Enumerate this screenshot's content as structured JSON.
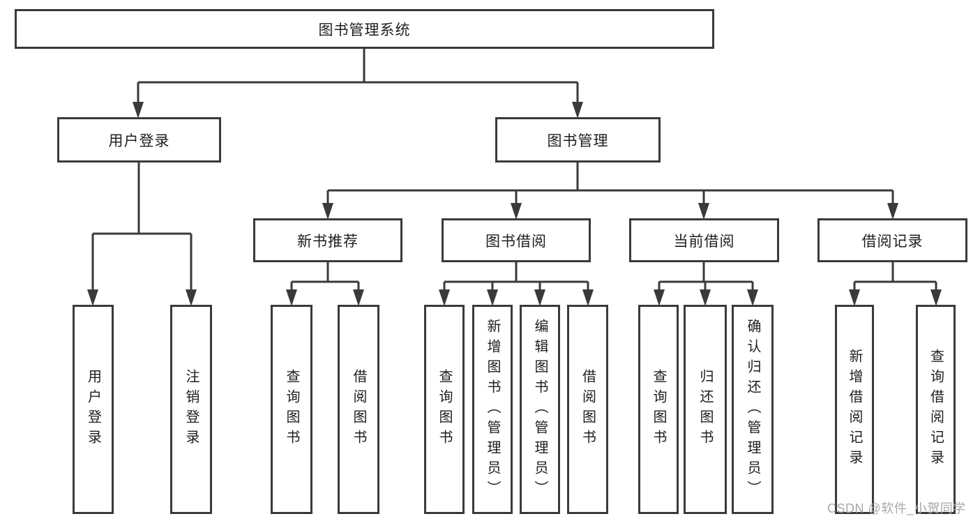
{
  "diagram": {
    "root": "图书管理系统",
    "branches": [
      {
        "label": "用户登录",
        "children": [
          "用户登录",
          "注销登录"
        ]
      },
      {
        "label": "图书管理",
        "sections": [
          {
            "label": "新书推荐",
            "children": [
              "查询图书",
              "借阅图书"
            ]
          },
          {
            "label": "图书借阅",
            "children": [
              "查询图书",
              "新增图书（管理员）",
              "编辑图书（管理员）",
              "借阅图书"
            ]
          },
          {
            "label": "当前借阅",
            "children": [
              "查询图书",
              "归还图书",
              "确认归还（管理员）"
            ]
          },
          {
            "label": "借阅记录",
            "children": [
              "新增借阅记录",
              "查询借阅记录"
            ]
          }
        ]
      }
    ],
    "line_color": "#3a3a3a"
  },
  "watermark": "CSDN @软件_小贺同学"
}
